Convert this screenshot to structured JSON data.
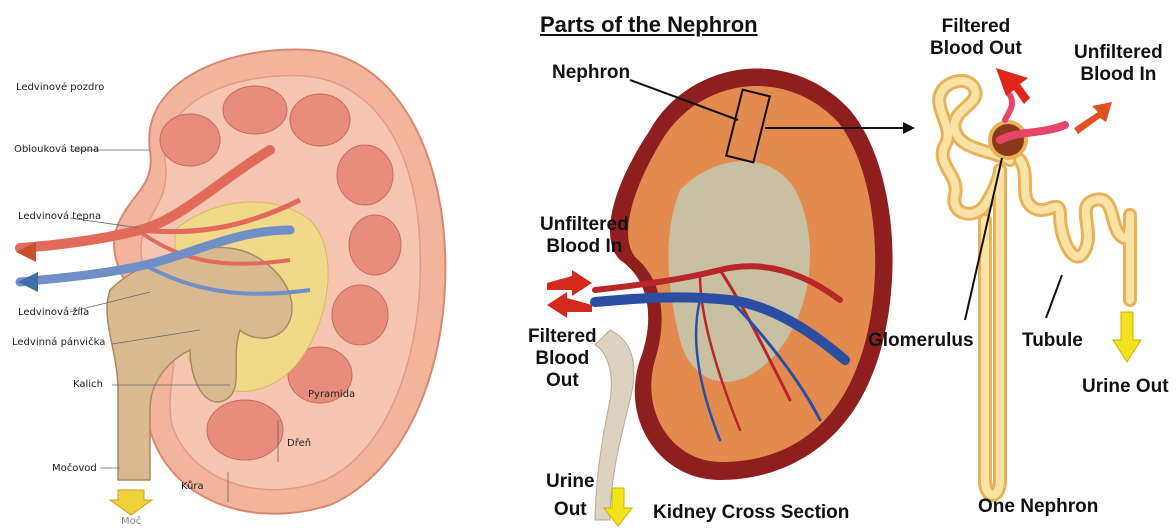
{
  "left_diagram": {
    "labels": {
      "renal_capsule": "Ledvinové pozdro",
      "arcuate_artery": "Oblouková tepna",
      "renal_artery": "Ledvinová tepna",
      "renal_vein": "Ledvinová žíla",
      "renal_pelvis": "Ledvinná pánvička",
      "calyx": "Kalich",
      "ureter": "Močovod",
      "urine": "Moč",
      "pyramid": "Pyramida",
      "medulla": "Dřeň",
      "cortex": "Kůra"
    }
  },
  "right_diagram": {
    "title": "Parts of the Nephron",
    "labels": {
      "nephron": "Nephron",
      "unfiltered_blood_in_left": [
        "Unfiltered",
        "Blood In"
      ],
      "filtered_blood_out_left": [
        "Filtered",
        "Blood",
        "Out"
      ],
      "urine_out_left": [
        "Urine",
        "Out"
      ],
      "kidney_cross_section": "Kidney Cross Section",
      "filtered_blood_out_top": [
        "Filtered",
        "Blood Out"
      ],
      "unfiltered_blood_in_right": [
        "Unfiltered",
        "Blood In"
      ],
      "glomerulus": "Glomerulus",
      "tubule": "Tubule",
      "urine_out_right": "Urine Out",
      "one_nephron": "One Nephron"
    }
  }
}
